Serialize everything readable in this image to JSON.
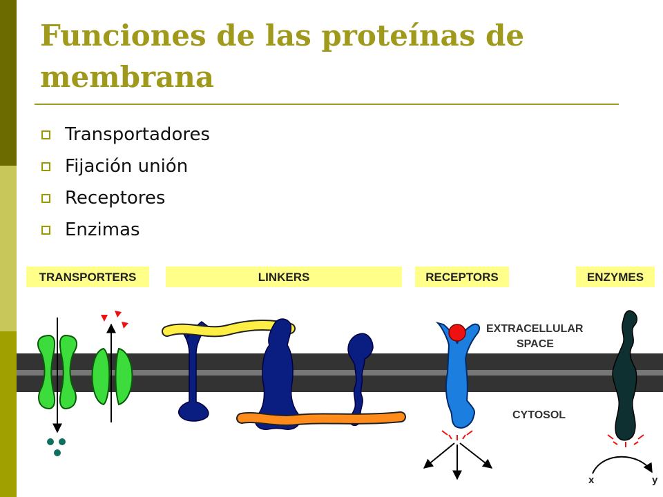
{
  "slide": {
    "title": "Funciones de las proteínas de membrana",
    "bullets": [
      "Transportadores",
      "Fijación unión",
      "Receptores",
      "Enzimas"
    ]
  },
  "diagram": {
    "labels": {
      "transporters": "TRANSPORTERS",
      "linkers": "LINKERS",
      "receptors": "RECEPTORS",
      "enzymes": "ENZYMES",
      "extracellular_1": "EXTRACELLULAR",
      "extracellular_2": "SPACE",
      "cytosol": "CYTOSOL",
      "x": "x",
      "y": "y"
    },
    "colors": {
      "accent": "#a09a1c",
      "label_bg": "#ffff8a",
      "membrane": "#333333",
      "transporter": "#3cdc3c",
      "linker_protein": "#0a1d80",
      "yellow_filament": "#ffee44",
      "orange_filament": "#ff8c1a",
      "receptor": "#1c7fe0",
      "ligand": "#ee1111",
      "enzyme": "#0f3030"
    }
  }
}
